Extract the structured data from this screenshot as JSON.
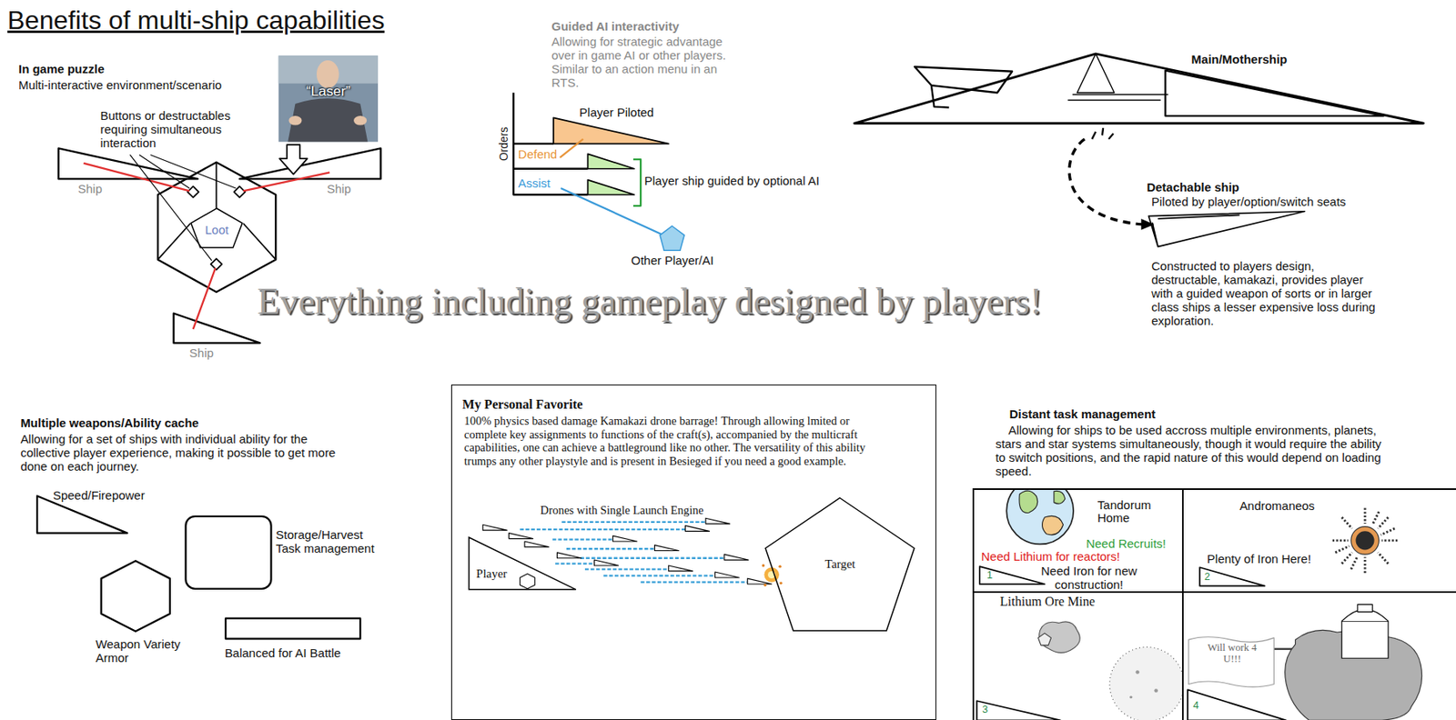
{
  "diagram": {
    "title": "Benefits of multi-ship capabilities",
    "nodes": [
      {
        "text": [
          "My Personal Favorite",
          "100% physics based damage Kamakazi drone barrage! Through allowing lmited or complete key assignments to functions of the craft(s), accompanied by the multicraft capabilities, one can achieve a battleground like no other. The versatility of this ability trumps any other playstyle and is present in Besieged if you need a good example.",
          "Drones with Single Launch Engine"
        ]
      },
      {
        "text": [
          "Player"
        ],
        "in": 0
      },
      {
        "text": [
          "Target"
        ],
        "in": 0
      },
      {
        "text": [
          "Loot"
        ]
      },
      {
        "text": [
          "Tandorum Home",
          "Need Recruits!",
          "Need Lithium for reactors!",
          "Need Iron for new construction!",
          "1"
        ]
      },
      {
        "text": [
          "Andromaneos",
          "Plenty of Iron Here!",
          "2"
        ]
      },
      {
        "text": [
          "Lithium Ore Mine",
          "3"
        ]
      },
      {
        "text": [
          "Will work 4 U!!!",
          "4"
        ]
      },
      {
        "text": [
          "Other Player/AI"
        ]
      }
    ],
    "labels": [
      "In game puzzle",
      "Multi-interactive environment/scenario",
      "“Laser”",
      "Buttons or destructables requiring simultaneous interaction",
      "Ship",
      "Ship",
      "Ship",
      "Guided AI interactivity",
      "Allowing for strategic advantage over in game AI or other players. Similar to an action menu in an RTS.",
      "Orders",
      "Player Piloted",
      "Defend",
      "Assist",
      "Player ship guided by optional AI",
      "Main/Mothership",
      "Detachable ship",
      "Piloted by player/option/switch seats",
      "Constructed to players design, destructable, kamakazi, provides player with a guided weapon of sorts or in larger class ships a lesser expensive loss during exploration.",
      "Everything including gameplay designed by players!",
      "Multiple weapons/Ability cache",
      "Allowing for a set of ships with individual ability for the collective player experience, making it possible to get more done on each journey.",
      "Speed/Firepower",
      "Storage/Harvest Task management",
      "Weapon Variety Armor",
      "Balanced for AI Battle",
      "Distant task management",
      "Allowing for ships to be used accross multiple environments, planets, stars and star systems simultaneously, though it would require the ability to switch positions, and the rapid nature of this would depend on loading speed."
    ]
  }
}
